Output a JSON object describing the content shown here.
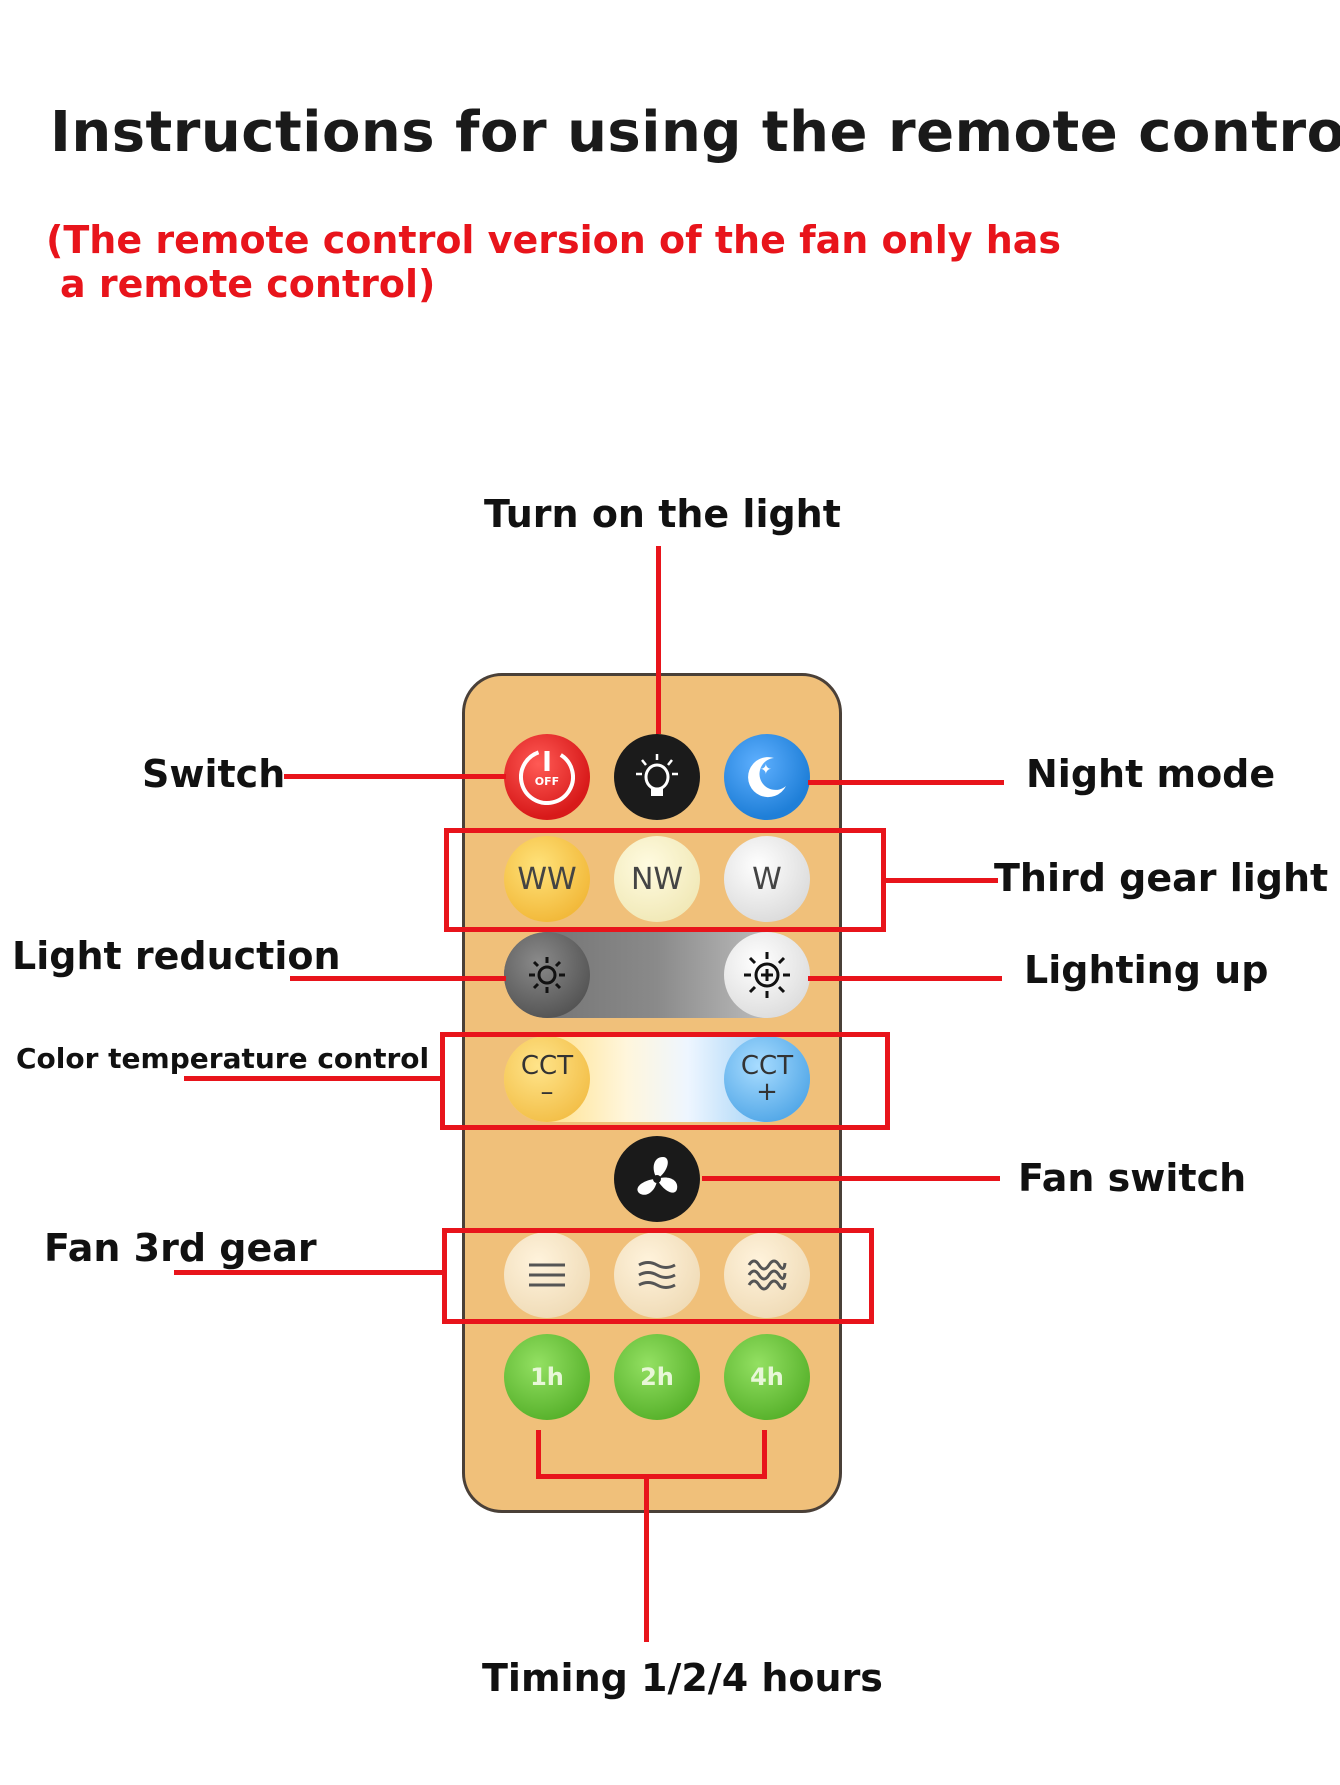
{
  "title": "Instructions for using the remote control",
  "subtitle": {
    "line1": "(The remote control version of the fan only has",
    "line2": "a remote control)"
  },
  "labels": {
    "turn_on_light": "Turn on the light",
    "switch": "Switch",
    "night_mode": "Night mode",
    "third_gear_light": "Third gear light",
    "light_reduction": "Light reduction",
    "lighting_up": "Lighting up",
    "color_temperature_control": "Color temperature control",
    "fan_switch": "Fan switch",
    "fan_3rd_gear": "Fan 3rd gear",
    "timing": "Timing 1/2/4 hours"
  },
  "remote": {
    "off_label": "OFF",
    "ww": "WW",
    "nw": "NW",
    "w": "W",
    "cct": "CCT",
    "cct_minus": "–",
    "cct_plus": "+",
    "t1": "1h",
    "t2": "2h",
    "t4": "4h"
  },
  "colors": {
    "accent": "#e8141b",
    "remote_body": "#f0c07a",
    "timer_green": "#6cc23a",
    "night_blue": "#2f8fe0",
    "power_red": "#e02a2a"
  },
  "icons": [
    "power-icon",
    "bulb-icon",
    "moon-icon",
    "dim-icon",
    "bright-icon",
    "fan-icon",
    "fan-low-icon",
    "fan-mid-icon",
    "fan-high-icon"
  ]
}
